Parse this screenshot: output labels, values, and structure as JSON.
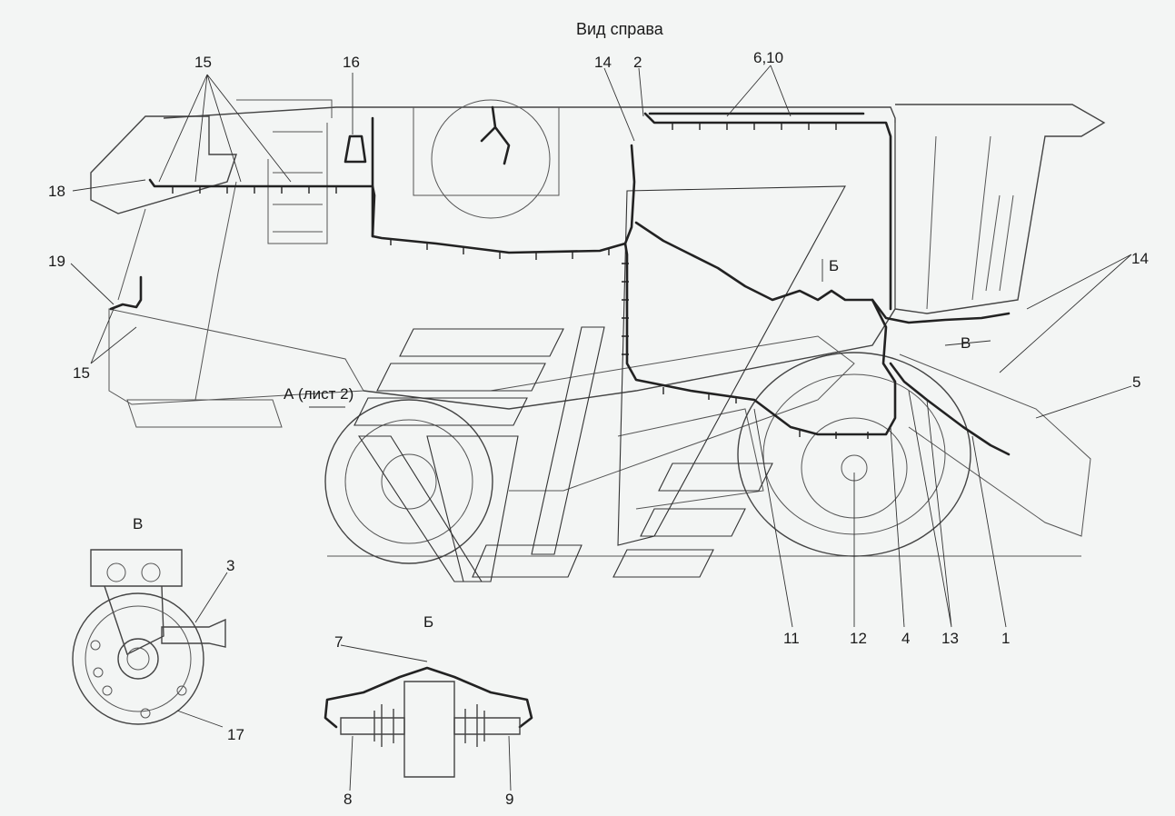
{
  "title": "Вид справа",
  "view_a": "А (лист 2)",
  "detail_b_title": "Б",
  "detail_v_title": "В",
  "section_b_marker": "Б",
  "section_v_marker": "В",
  "callouts": {
    "c15_top": "15",
    "c16": "16",
    "c14_top": "14",
    "c2": "2",
    "c6_10": "6,10",
    "c18": "18",
    "c19": "19",
    "c15_left": "15",
    "c14_right": "14",
    "c5": "5",
    "c11": "11",
    "c12": "12",
    "c4": "4",
    "c13": "13",
    "c1": "1",
    "c3": "3",
    "c17": "17",
    "c7": "7",
    "c8": "8",
    "c9": "9"
  }
}
